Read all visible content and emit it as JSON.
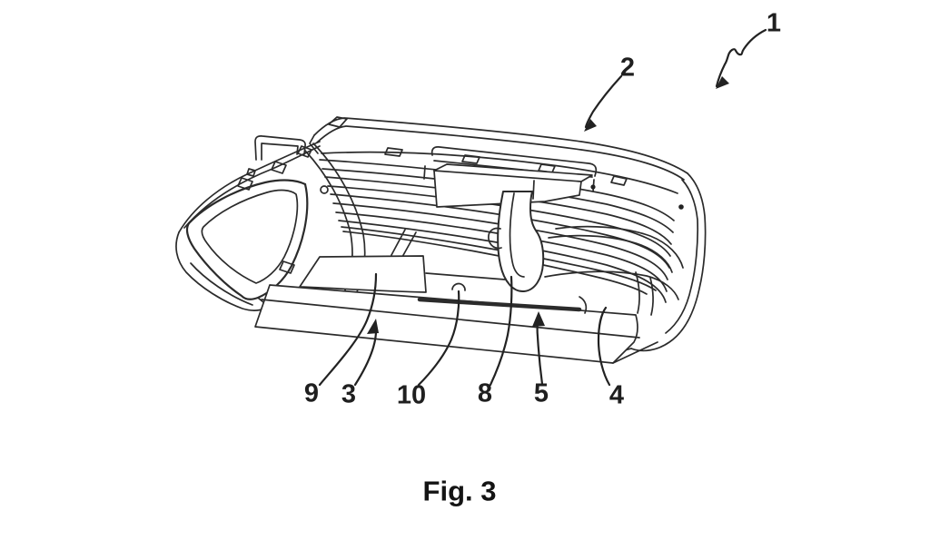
{
  "figure": {
    "type": "patent-line-drawing",
    "description": "Perspective view of a vehicle front bumper assembly with top rail, horizontal grille slats, headlamp opening, center air duct and lower underbody panel",
    "caption": "Fig. 3",
    "labels": [
      {
        "id": "1",
        "text": "1",
        "leader": "wavy-arrow"
      },
      {
        "id": "2",
        "text": "2",
        "leader": "curved-arrow"
      },
      {
        "id": "9",
        "text": "9",
        "leader": "curved-line"
      },
      {
        "id": "3",
        "text": "3",
        "leader": "curved-arrow"
      },
      {
        "id": "10",
        "text": "10",
        "leader": "curved-line"
      },
      {
        "id": "8",
        "text": "8",
        "leader": "curved-line"
      },
      {
        "id": "5",
        "text": "5",
        "leader": "curved-arrow"
      },
      {
        "id": "4",
        "text": "4",
        "leader": "curved-line"
      }
    ],
    "colors": {
      "line": "#2b2b2b",
      "background": "#ffffff"
    }
  }
}
